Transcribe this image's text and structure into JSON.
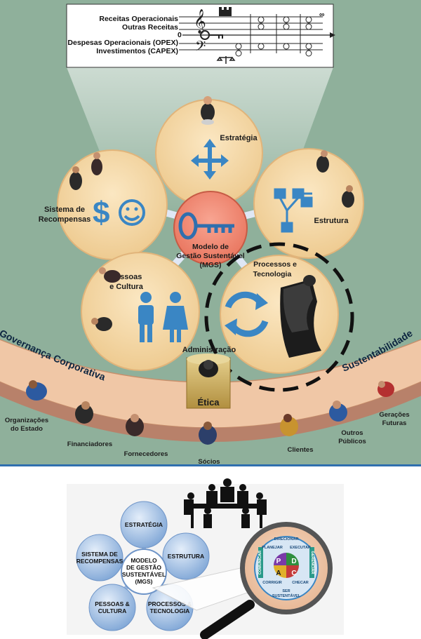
{
  "top_panel": {
    "staff": {
      "revenues_line1": "Receitas Operacionais",
      "revenues_line2": "Outras Receitas",
      "expenses_line1": "Despesas Operacionais (OPEX)",
      "expenses_line2": "Investimentos (CAPEX)",
      "zero": "0",
      "infinity": "∞"
    },
    "pillars": {
      "strategy": "Estratégia",
      "rewards_line1": "Sistema de",
      "rewards_line2": "Recompensas",
      "structure": "Estrutura",
      "people_line1": "Pessoas",
      "people_line2": "e Cultura",
      "process_line1": "Processos e",
      "process_line2": "Tecnologia"
    },
    "center": {
      "line1": "Modelo de",
      "line2": "Gestão Sustentável",
      "line3": "(MGS)"
    },
    "administration": "Administração",
    "ethics": "Ética",
    "arc_left": "Governança Corporativa",
    "arc_right": "Sustentabilidade",
    "stakeholders": {
      "state_line1": "Organizações",
      "state_line2": "do Estado",
      "financiers": "Financiadores",
      "suppliers": "Fornecedores",
      "partners": "Sócios",
      "clients": "Clientes",
      "others_line1": "Outros",
      "others_line2": "Públicos",
      "future_line1": "Gerações",
      "future_line2": "Futuras"
    }
  },
  "bottom_panel": {
    "strategy": "ESTRATÉGIA",
    "structure": "ESTRUTURA",
    "rewards_line1": "SISTEMA DE",
    "rewards_line2": "RECOMPENSAS",
    "people_line1": "PESSOAS &",
    "people_line2": "CULTURA",
    "process_line1": "PROCESSOS &",
    "process_line2": "TECNOLOGIA",
    "center_line1": "MODELO",
    "center_line2": "DE GESTÃO",
    "center_line3": "SUSTENTÁVEL",
    "center_line4": "(MGS)",
    "magnifier": {
      "direcionar": "DIRECIONAR",
      "planejar": "PLANEJAR",
      "executar": "EXECUTAR",
      "comunicar": "COMUNICAR",
      "gerenciar": "GERENCIAR",
      "corrigir": "CORRIGIR",
      "checar": "CHECAR",
      "ser_sustentavel_1": "SER",
      "ser_sustentavel_2": "SUSTENTÁVEL",
      "p": "P",
      "d": "D",
      "c": "C",
      "a": "A"
    }
  },
  "colors": {
    "background": "#8fb09b",
    "pillar": "#f3d7a5",
    "center": "#f08a78",
    "arc": "#f0c7a6",
    "accent_blue": "#3a86c4",
    "ethics_gold": "#c9a85a"
  }
}
